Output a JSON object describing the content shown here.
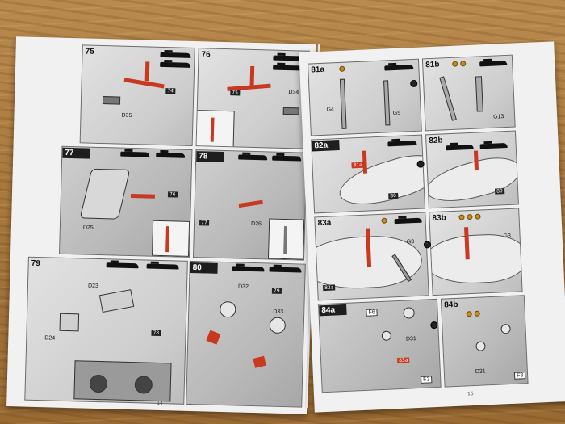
{
  "photo": {
    "surface": "wooden table",
    "colors": {
      "wood": "#a8783e",
      "paper": "#f1f1f1",
      "panel": "#bdbdbd",
      "accent_red": "#c8391f",
      "ink": "#111111"
    }
  },
  "left_page": {
    "page_number": "14",
    "steps": [
      {
        "number": "75",
        "labels": [
          "D35",
          "74"
        ]
      },
      {
        "number": "76",
        "labels": [
          "D34",
          "75"
        ]
      },
      {
        "number": "77",
        "labels": [
          "D25",
          "76"
        ]
      },
      {
        "number": "78",
        "labels": [
          "D26",
          "77"
        ]
      },
      {
        "number": "79",
        "labels": [
          "D23",
          "D24",
          "78"
        ]
      },
      {
        "number": "80",
        "labels": [
          "D32",
          "D33",
          "79"
        ]
      }
    ]
  },
  "right_page": {
    "page_number": "15",
    "steps": [
      {
        "number": "81a",
        "labels": [
          "G4",
          "G5"
        ]
      },
      {
        "number": "81b",
        "labels": [
          "G13"
        ]
      },
      {
        "number": "82a",
        "labels": [
          "81a",
          "80"
        ]
      },
      {
        "number": "82b",
        "labels": [
          "80"
        ]
      },
      {
        "number": "83a",
        "labels": [
          "G3",
          "82a"
        ]
      },
      {
        "number": "83b",
        "labels": [
          "G3"
        ]
      },
      {
        "number": "84a",
        "labels": [
          "F6",
          "D31",
          "83a",
          "F3"
        ]
      },
      {
        "number": "84b",
        "labels": [
          "D31",
          "F3"
        ]
      }
    ]
  }
}
